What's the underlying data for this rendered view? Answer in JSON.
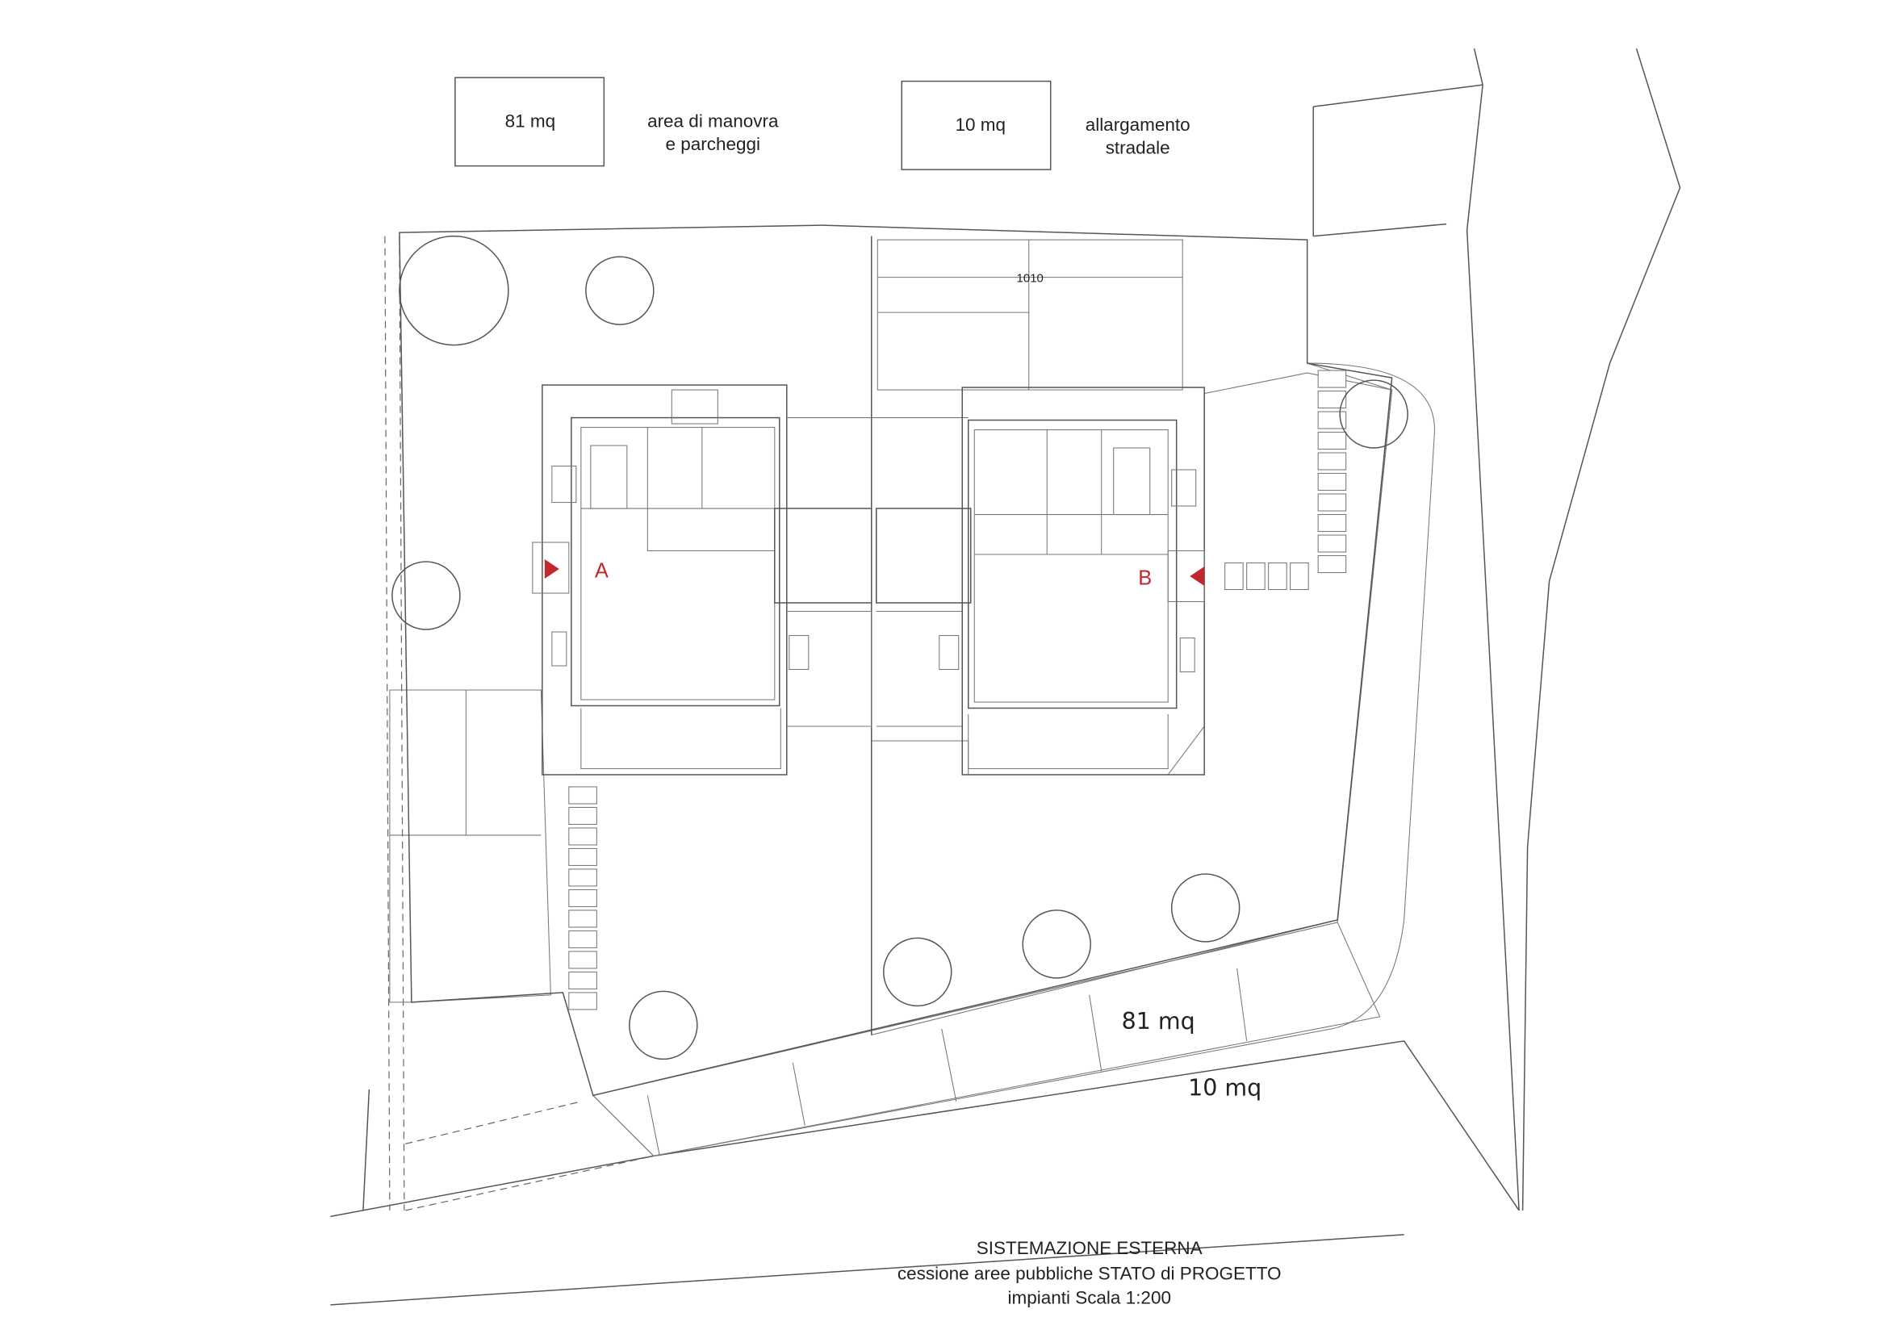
{
  "legend": [
    {
      "area": "81 mq",
      "label_line1": "area di manovra",
      "label_line2": "e parcheggi",
      "pattern": "blue-hatch"
    },
    {
      "area": "10 mq",
      "label_line1": "allargamento",
      "label_line2": "stradale",
      "pattern": "dotted"
    }
  ],
  "plan": {
    "dimension": "1010",
    "unit_a": "A",
    "unit_b": "B",
    "strip_area": "81 mq",
    "widening_area": "10 mq"
  },
  "title": {
    "line1": "SISTEMAZIONE ESTERNA",
    "line2": "cessione aree pubbliche STATO di PROGETTO",
    "line3": "impianti Scala 1:200"
  },
  "colors": {
    "blue_hatch": "#6fa8c8",
    "green_hatch": "#5d8a7a",
    "marker": "#c0282d"
  }
}
